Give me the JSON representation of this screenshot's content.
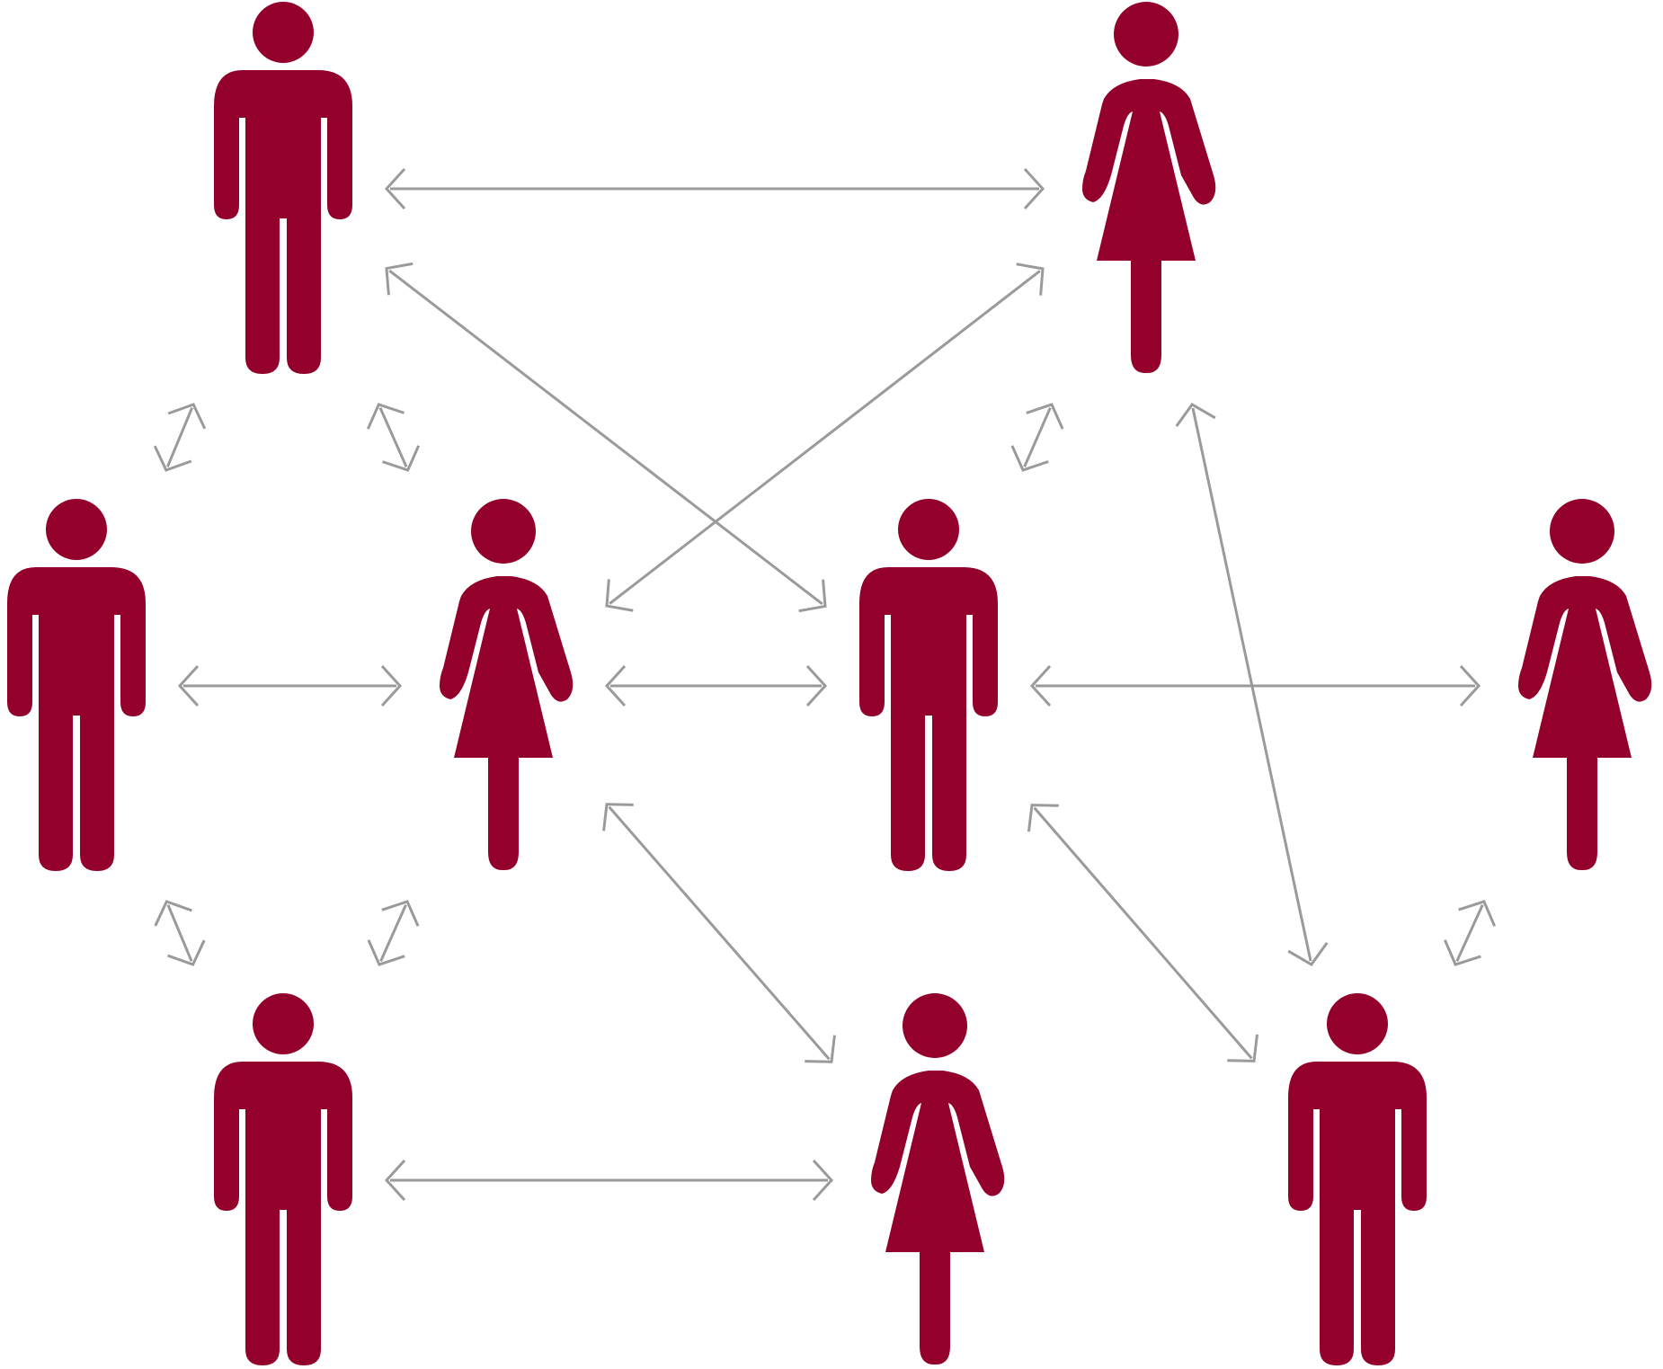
{
  "colors": {
    "figure_fill": "#93002b",
    "link_stroke": "#9a9a9a",
    "background": "#ffffff"
  },
  "figure_icons": {
    "man": "man-icon",
    "woman": "woman-icon"
  },
  "nodes": [
    {
      "id": "n1",
      "type": "man"
    },
    {
      "id": "n2",
      "type": "woman"
    },
    {
      "id": "n3",
      "type": "man"
    },
    {
      "id": "n4",
      "type": "woman"
    },
    {
      "id": "n5",
      "type": "man"
    },
    {
      "id": "n6",
      "type": "woman"
    },
    {
      "id": "n7",
      "type": "man"
    },
    {
      "id": "n8",
      "type": "woman"
    },
    {
      "id": "n9",
      "type": "man"
    }
  ],
  "links": [
    {
      "from": "n1",
      "to": "n2"
    },
    {
      "from": "n1",
      "to": "n3"
    },
    {
      "from": "n1",
      "to": "n4"
    },
    {
      "from": "n1",
      "to": "n5"
    },
    {
      "from": "n2",
      "to": "n4"
    },
    {
      "from": "n2",
      "to": "n5"
    },
    {
      "from": "n2",
      "to": "n9"
    },
    {
      "from": "n3",
      "to": "n4"
    },
    {
      "from": "n4",
      "to": "n5"
    },
    {
      "from": "n5",
      "to": "n6"
    },
    {
      "from": "n3",
      "to": "n7"
    },
    {
      "from": "n4",
      "to": "n7"
    },
    {
      "from": "n4",
      "to": "n8"
    },
    {
      "from": "n5",
      "to": "n9"
    },
    {
      "from": "n6",
      "to": "n9"
    },
    {
      "from": "n7",
      "to": "n8"
    }
  ]
}
